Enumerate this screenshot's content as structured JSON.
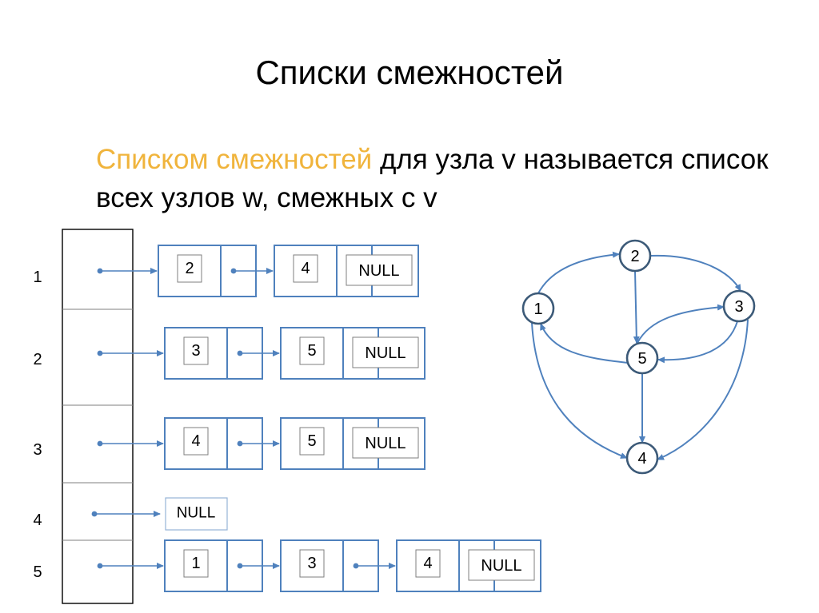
{
  "title": "Списки смежностей",
  "definition": {
    "highlight": "Списком смежностей",
    "rest": " для узла v называется список всех узлов w, смежных с v"
  },
  "colors": {
    "accent": "#4f81bd",
    "node_stroke": "#3c5a78",
    "box_stroke": "#4f81bd",
    "highlight": "#f0b43c",
    "null_box": "#95b3d7"
  },
  "null_label": "NULL",
  "adjacency": [
    {
      "vertex": "1",
      "neighbors": [
        "2",
        "4"
      ]
    },
    {
      "vertex": "2",
      "neighbors": [
        "3",
        "5"
      ]
    },
    {
      "vertex": "3",
      "neighbors": [
        "4",
        "5"
      ]
    },
    {
      "vertex": "4",
      "neighbors": []
    },
    {
      "vertex": "5",
      "neighbors": [
        "1",
        "3",
        "4"
      ]
    }
  ],
  "graph": {
    "nodes": [
      "1",
      "2",
      "3",
      "4",
      "5"
    ],
    "edges": [
      {
        "from": "1",
        "to": "2"
      },
      {
        "from": "1",
        "to": "4"
      },
      {
        "from": "2",
        "to": "3"
      },
      {
        "from": "2",
        "to": "5"
      },
      {
        "from": "3",
        "to": "4"
      },
      {
        "from": "3",
        "to": "5"
      },
      {
        "from": "5",
        "to": "1"
      },
      {
        "from": "5",
        "to": "3"
      },
      {
        "from": "5",
        "to": "4"
      }
    ]
  }
}
